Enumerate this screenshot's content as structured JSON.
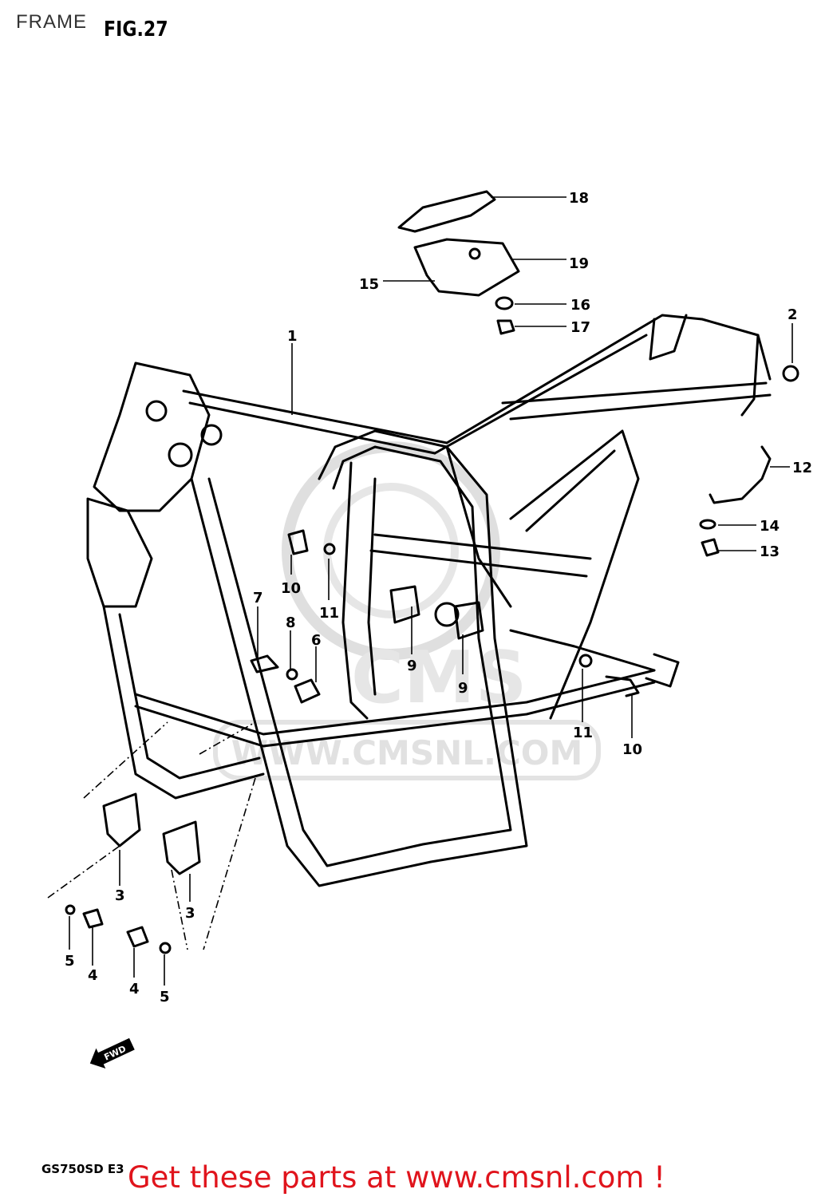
{
  "header": {
    "section": "FRAME",
    "figure": "FIG.27"
  },
  "diagram": {
    "watermark_text": "WWW.CMSNL.COM",
    "fwd_label": "FWD",
    "callouts": [
      "18",
      "19",
      "15",
      "16",
      "17",
      "1",
      "2",
      "12",
      "14",
      "13",
      "10",
      "11",
      "7",
      "8",
      "6",
      "9",
      "9",
      "11",
      "10",
      "3",
      "3",
      "5",
      "4",
      "4",
      "5"
    ]
  },
  "footer": {
    "model": "GS750SD E3",
    "cta": "Get these parts at www.cmsnl.com !"
  },
  "colors": {
    "line": "#000000",
    "cta": "#e0141c",
    "watermark": "#d9d9d9"
  }
}
